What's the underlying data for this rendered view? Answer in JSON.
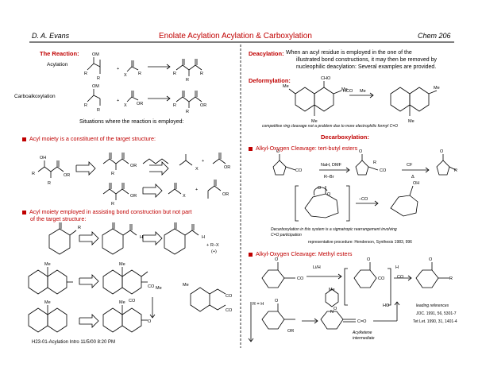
{
  "header": {
    "author": "D. A. Evans",
    "title": "Enolate Acylation Acylation & Carboxylation",
    "course": "Chem 206"
  },
  "left": {
    "reaction_heading": "The Reaction:",
    "acylation_label": "Acylation",
    "carboalkoxylation_label": "Carboalkoxylation",
    "situations_text": "Situations where the reaction is employed:",
    "bullet1": "Acyl moiety is a constituent of the target structure:",
    "bullet2_line1": "Acyl moiety employed in assisting bond construction but not part",
    "bullet2_line2": "of the target structure:",
    "scheme_labels": {
      "om": "OM",
      "r1": "R1",
      "r2": "R2",
      "r3": "R3",
      "x": "X",
      "or3": "OR3",
      "me": "Me",
      "co2me": "CO2Me",
      "rx": "R–X",
      "plus_charge": "(+)",
      "oh": "OH",
      "h": "H",
      "r": "R"
    }
  },
  "right": {
    "deacylation_heading": "Deacylation:",
    "deacylation_text_1": "When an acyl residue is employed in the one of the",
    "deacylation_text_2": "illustrated bond constructions, it may then be removed by",
    "deacylation_text_3": "nucleophilic deacylation: Several examples are provided.",
    "deformylation_heading": "Deformylation:",
    "deformylation_note": "competitive ring cleavage not a problem due to more electrophilic formyl C=O",
    "decarboxylation_heading": "Decarboxylation:",
    "bullet_tbu": "Alkyl-Oxygen Cleavage: tert-butyl esters",
    "sigmatropic_note_1": "Decarboxylation in this system is a sigmatropic rearrangement involving",
    "sigmatropic_note_2": "C=O participation",
    "representative": "representative procedure:  Henderson, Synthesis 1983, 996",
    "bullet_me": "Alkyl-Oxygen Cleavage: Methyl esters",
    "leading_refs_title": "leading references",
    "ref1": "JOC. 1991, 56, 5301-7",
    "ref2": "Tet Let. 1990, 31, 1401-4",
    "acylketene_1": "Acylketene",
    "acylketene_2": "intermediate",
    "scheme_labels": {
      "cho": "CHO",
      "me": "Me",
      "hco2": "HCO2–",
      "nah_dmf": "NaH, DMF",
      "r_br": "R–Br",
      "co2tbu": "CO2-t-Bu",
      "cf3co2h": "CF3CO2H",
      "delta": "Δ",
      "r": "R",
      "minus_co2": "–CO2",
      "co2me": "CO2Me",
      "li_h2o": "Li/H2O  Δ",
      "co2_minus": "CO2–",
      "h3o": "H3O+",
      "co2": "CO2",
      "rh": "R = H",
      "ho": "HO–",
      "or": "OR",
      "o": "O",
      "n": "N"
    }
  },
  "footer": {
    "file": "H23-01-Acylation Intro  11/5/00  8:20 PM"
  }
}
